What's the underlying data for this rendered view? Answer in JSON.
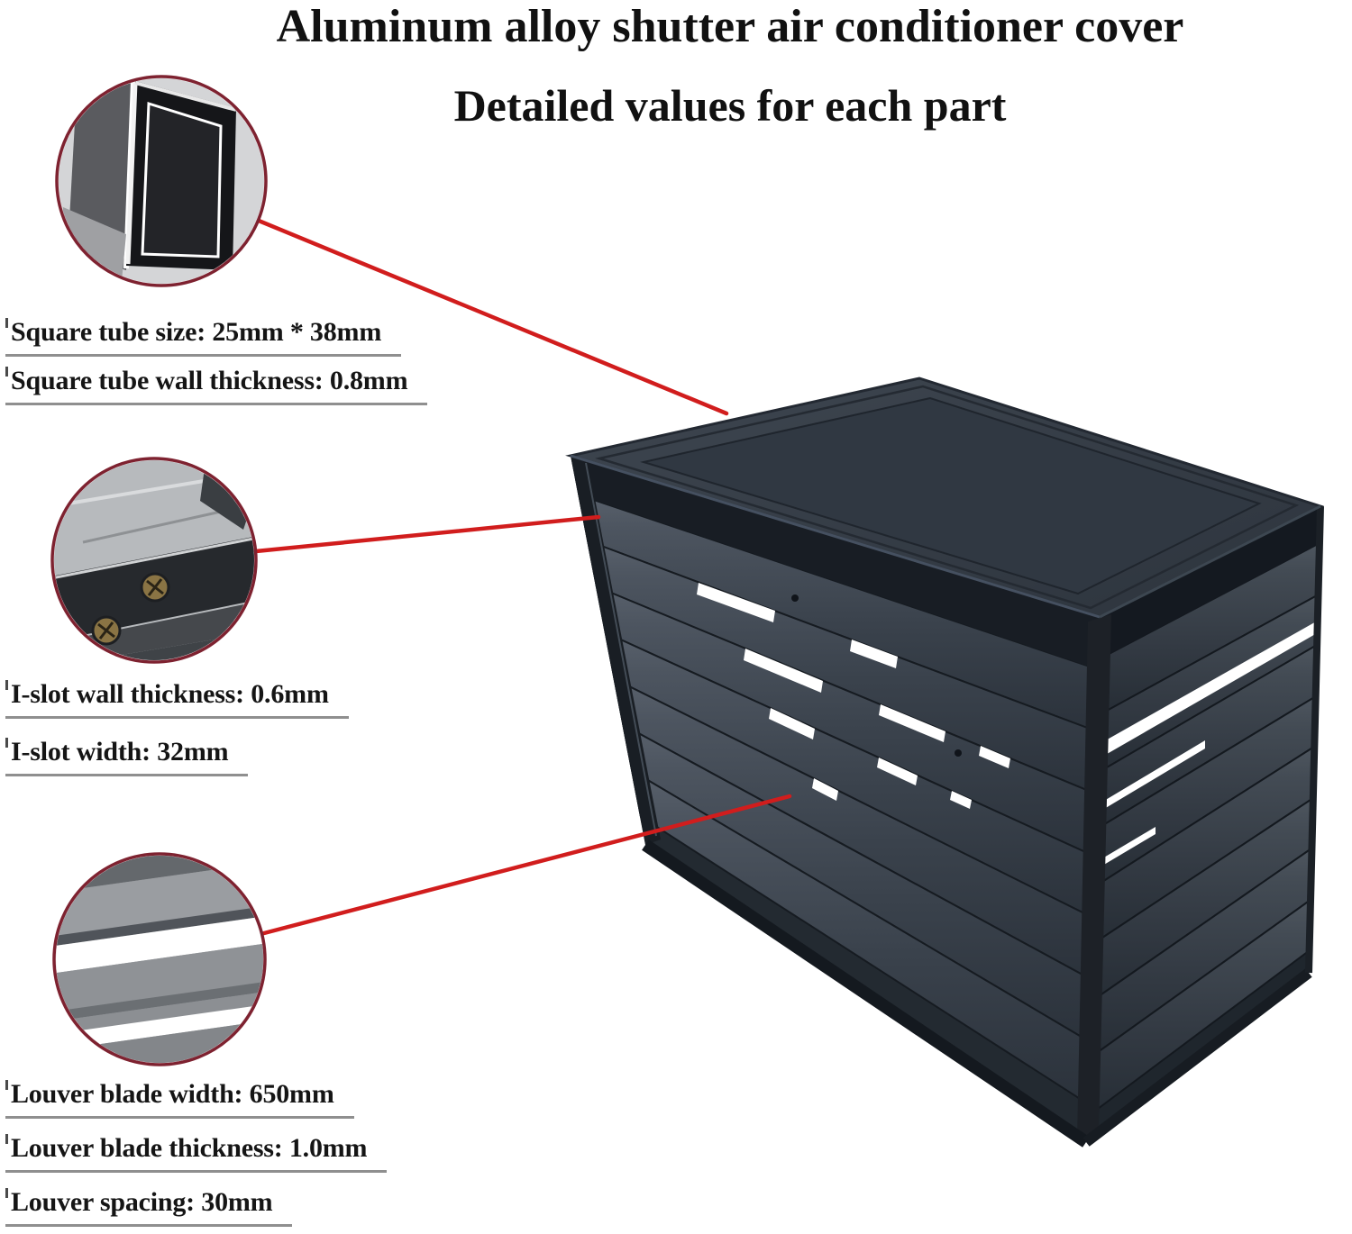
{
  "title": "Aluminum alloy shutter air conditioner cover",
  "subtitle": "Detailed values for each part",
  "spec_groups": [
    {
      "id": "square-tube",
      "lines": [
        "Square tube size: 25mm * 38mm",
        "Square tube wall thickness: 0.8mm"
      ]
    },
    {
      "id": "i-slot",
      "lines": [
        "I-slot wall thickness: 0.6mm",
        "I-slot width: 32mm"
      ]
    },
    {
      "id": "louver",
      "lines": [
        "Louver blade width: 650mm",
        "Louver blade thickness: 1.0mm",
        "Louver spacing: 30mm"
      ]
    }
  ],
  "illustration": {
    "product": "aluminum-louvered-air-conditioner-cover",
    "insets": [
      "square-tube-cross-section-photo",
      "i-slot-frame-with-screws-photo",
      "louver-blades-closeup-photo"
    ]
  },
  "colors": {
    "accent_red": "#d11d1d",
    "circle_ring": "#7e2230",
    "box_body": "#39414b",
    "background": "#ffffff",
    "underline_gray": "#8f8f8f"
  }
}
